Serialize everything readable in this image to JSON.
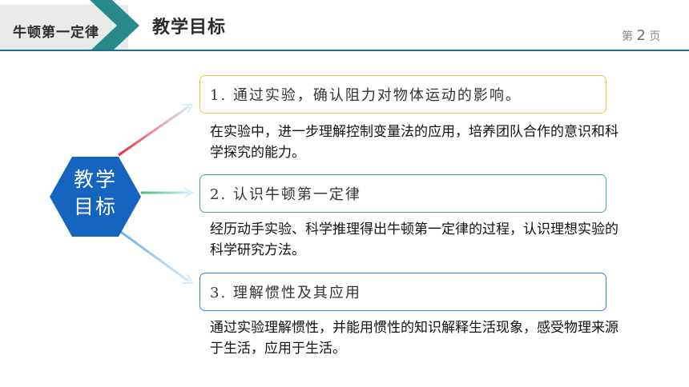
{
  "header": {
    "section_tag": "牛顿第一定律",
    "title": "教学目标",
    "page_prefix": "第",
    "page_number": "2",
    "page_suffix": "页"
  },
  "hexagon": {
    "line1": "教学",
    "line2": "目标",
    "color": "#1565c0"
  },
  "objectives": [
    {
      "title": "1. 通过实验，确认阻力对物体运动的影响。",
      "description": "在实验中，进一步理解控制变量法的应用，培养团队合作的意识和科学探究的能力。",
      "accent": "#f3c84b"
    },
    {
      "title": "2. 认识牛顿第一定律",
      "description": "经历动手实验、科学推理得出牛顿第一定律的过程，认识理想实验的科学研究方法。",
      "accent": "#4caf6e"
    },
    {
      "title": "3. 理解惯性及其应用",
      "description": "通过实验理解惯性，并能用惯性的知识解释生活现象，感受物理来源于生活，应用于生活。",
      "accent": "#3f7fd0"
    }
  ],
  "colors": {
    "header_line": "#1f6f8b",
    "chevron": "#2a8a8a"
  }
}
